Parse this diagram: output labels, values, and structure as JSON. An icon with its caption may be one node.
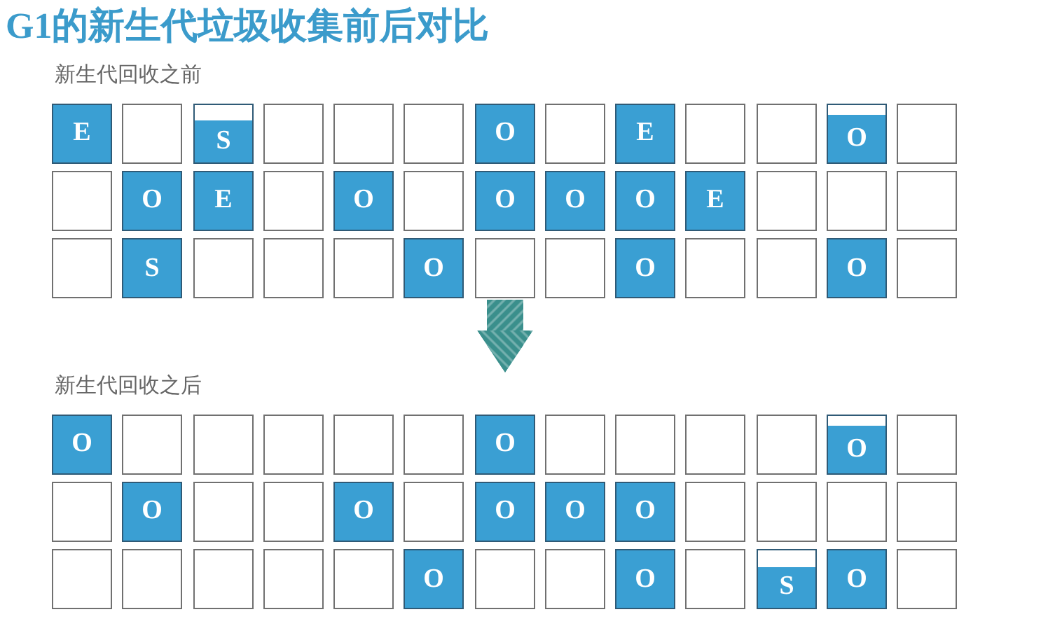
{
  "diagram": {
    "title": "G1的新生代垃圾收集前后对比",
    "nodes": [
      {
        "text": [
          "新生代回收之前"
        ]
      },
      {
        "text": [
          "E"
        ],
        "in": 0
      },
      {
        "text": [],
        "shape": "box",
        "in": 0
      },
      {
        "text": [
          "S"
        ],
        "in": 0
      },
      {
        "text": [],
        "shape": "box",
        "in": 0
      },
      {
        "text": [],
        "shape": "box",
        "in": 0
      },
      {
        "text": [],
        "shape": "box",
        "in": 0
      },
      {
        "text": [
          "O"
        ],
        "in": 0
      },
      {
        "text": [],
        "shape": "box",
        "in": 0
      },
      {
        "text": [
          "E"
        ],
        "in": 0
      },
      {
        "text": [],
        "shape": "box",
        "in": 0
      },
      {
        "text": [],
        "shape": "box",
        "in": 0
      },
      {
        "text": [
          "O"
        ],
        "in": 0
      },
      {
        "text": [],
        "shape": "box",
        "in": 0
      },
      {
        "text": [],
        "shape": "box",
        "in": 0
      },
      {
        "text": [
          "O"
        ],
        "in": 0
      },
      {
        "text": [
          "E"
        ],
        "in": 0
      },
      {
        "text": [],
        "shape": "box",
        "in": 0
      },
      {
        "text": [
          "O"
        ],
        "in": 0
      },
      {
        "text": [],
        "shape": "box",
        "in": 0
      },
      {
        "text": [
          "O"
        ],
        "in": 0
      },
      {
        "text": [
          "O"
        ],
        "in": 0
      },
      {
        "text": [
          "O"
        ],
        "in": 0
      },
      {
        "text": [
          "E"
        ],
        "in": 0
      },
      {
        "text": [],
        "shape": "box",
        "in": 0
      },
      {
        "text": [],
        "shape": "box",
        "in": 0
      },
      {
        "text": [],
        "shape": "box",
        "in": 0
      },
      {
        "text": [],
        "shape": "box",
        "in": 0
      },
      {
        "text": [
          "S"
        ],
        "in": 0
      },
      {
        "text": [],
        "shape": "box",
        "in": 0
      },
      {
        "text": [],
        "shape": "box",
        "in": 0
      },
      {
        "text": [],
        "shape": "box",
        "in": 0
      },
      {
        "text": [
          "O"
        ],
        "in": 0
      },
      {
        "text": [],
        "shape": "box",
        "in": 0
      },
      {
        "text": [],
        "shape": "box",
        "in": 0
      },
      {
        "text": [
          "O"
        ],
        "in": 0
      },
      {
        "text": [],
        "shape": "box",
        "in": 0
      },
      {
        "text": [],
        "shape": "box",
        "in": 0
      },
      {
        "text": [
          "O"
        ],
        "in": 0
      },
      {
        "text": [],
        "shape": "box",
        "in": 0
      },
      {
        "text": [
          "新生代回收之后"
        ]
      },
      {
        "text": [
          "O"
        ],
        "in": 40
      },
      {
        "text": [],
        "shape": "box",
        "in": 40
      },
      {
        "text": [],
        "shape": "box",
        "in": 40
      },
      {
        "text": [],
        "shape": "box",
        "in": 40
      },
      {
        "text": [],
        "shape": "box",
        "in": 40
      },
      {
        "text": [],
        "shape": "box",
        "in": 40
      },
      {
        "text": [
          "O"
        ],
        "in": 40
      },
      {
        "text": [],
        "shape": "box",
        "in": 40
      },
      {
        "text": [],
        "shape": "box",
        "in": 40
      },
      {
        "text": [],
        "shape": "box",
        "in": 40
      },
      {
        "text": [],
        "shape": "box",
        "in": 40
      },
      {
        "text": [
          "O"
        ],
        "in": 40
      },
      {
        "text": [],
        "shape": "box",
        "in": 40
      },
      {
        "text": [],
        "shape": "box",
        "in": 40
      },
      {
        "text": [
          "O"
        ],
        "in": 40
      },
      {
        "text": [],
        "shape": "box",
        "in": 40
      },
      {
        "text": [],
        "shape": "box",
        "in": 40
      },
      {
        "text": [
          "O"
        ],
        "in": 40
      },
      {
        "text": [],
        "shape": "box",
        "in": 40
      },
      {
        "text": [
          "O"
        ],
        "in": 40
      },
      {
        "text": [
          "O"
        ],
        "in": 40
      },
      {
        "text": [
          "O"
        ],
        "in": 40
      },
      {
        "text": [],
        "shape": "box",
        "in": 40
      },
      {
        "text": [],
        "shape": "box",
        "in": 40
      },
      {
        "text": [],
        "shape": "box",
        "in": 40
      },
      {
        "text": [],
        "shape": "box",
        "in": 40
      },
      {
        "text": [],
        "shape": "box",
        "in": 40
      },
      {
        "text": [],
        "shape": "box",
        "in": 40
      },
      {
        "text": [],
        "shape": "box",
        "in": 40
      },
      {
        "text": [],
        "shape": "box",
        "in": 40
      },
      {
        "text": [],
        "shape": "box",
        "in": 40
      },
      {
        "text": [
          "O"
        ],
        "in": 40
      },
      {
        "text": [],
        "shape": "box",
        "in": 40
      },
      {
        "text": [],
        "shape": "box",
        "in": 40
      },
      {
        "text": [
          "O"
        ],
        "in": 40
      },
      {
        "text": [],
        "shape": "box",
        "in": 40
      },
      {
        "text": [
          "S"
        ],
        "in": 40
      },
      {
        "text": [
          "O"
        ],
        "in": 40
      },
      {
        "text": [],
        "shape": "box",
        "in": 40
      }
    ],
    "edges": [
      {
        "from": 0,
        "to": 40,
        "arrow": "to",
        "style": "thick",
        "color": "#3a8f8c"
      }
    ]
  }
}
